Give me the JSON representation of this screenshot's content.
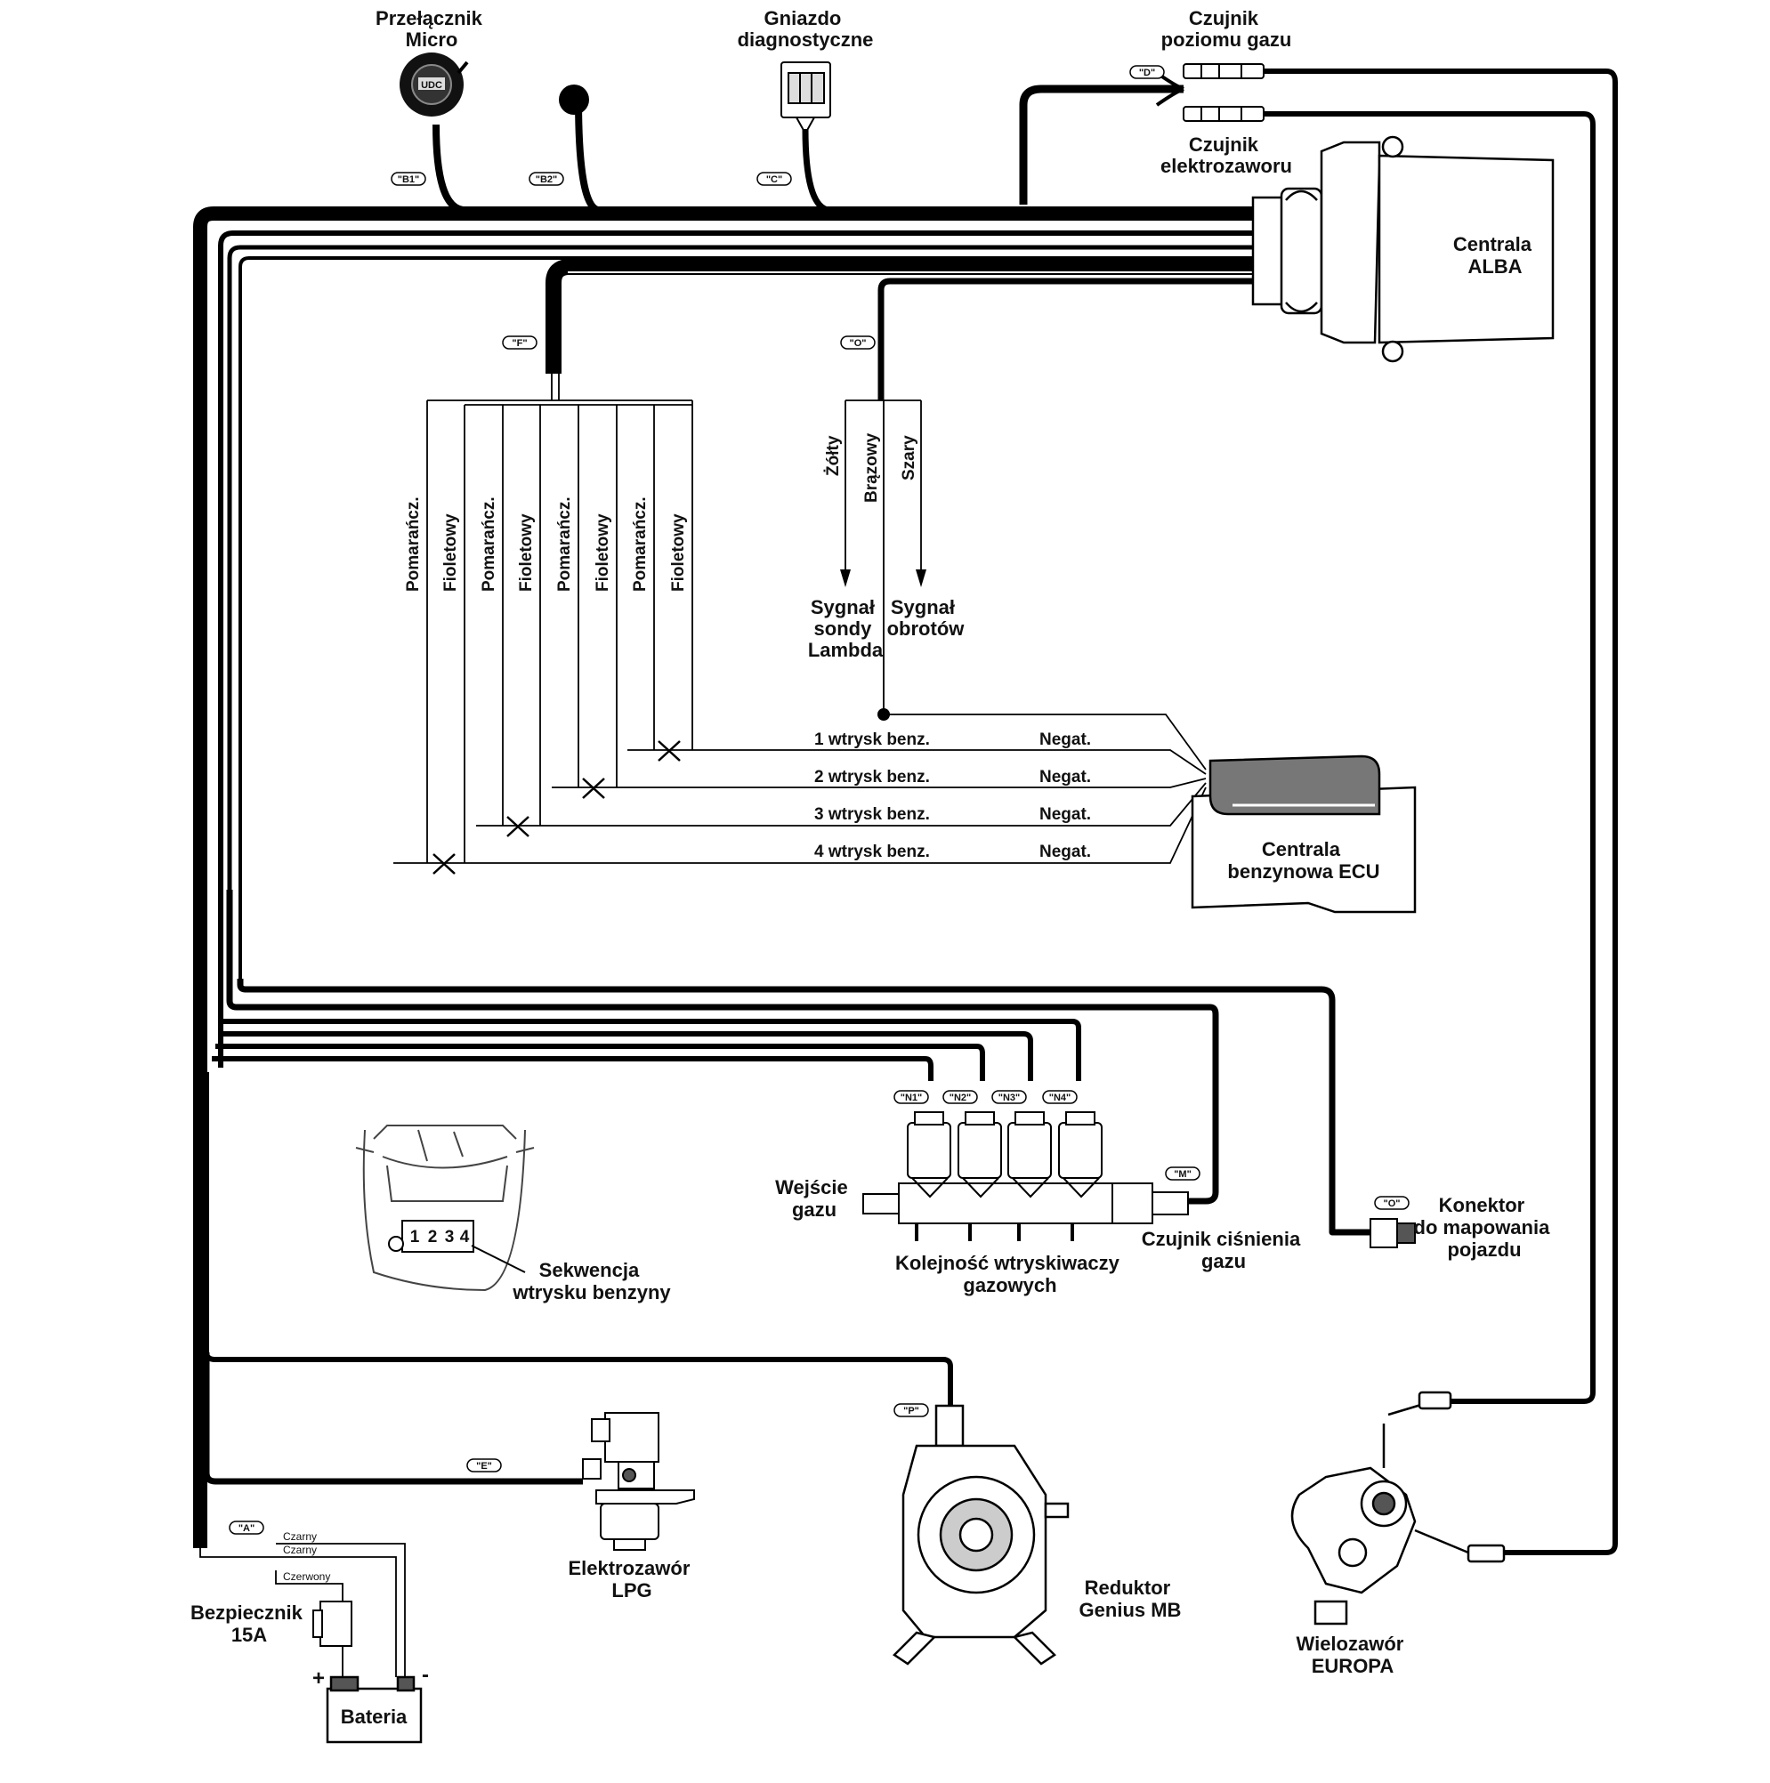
{
  "labels": {
    "micro_switch": [
      "Przełącznik",
      "Micro"
    ],
    "diag_socket": [
      "Gniazdo",
      "diagnostyczne"
    ],
    "level_sensor": [
      "Czujnik",
      "poziomu gazu"
    ],
    "valve_sensor": [
      "Czujnik",
      "elektrozaworu"
    ],
    "ecu_alba": [
      "Centrala",
      "ALBA"
    ],
    "lambda_signal": [
      "Sygnał",
      "sondy",
      "Lambda"
    ],
    "rpm_signal": [
      "Sygnał",
      "obrotów"
    ],
    "petrol_ecu": [
      "Centrala",
      "benzynowa ECU"
    ],
    "gas_input": [
      "Wejście",
      "gazu"
    ],
    "injector_order": [
      "Kolejność wtryskiwaczy",
      "gazowych"
    ],
    "pressure_sensor": [
      "Czujnik ciśnienia",
      "gazu"
    ],
    "mapping_connector": [
      "Konektor",
      "do mapowania",
      "pojazdu"
    ],
    "petrol_sequence": [
      "Sekwencja",
      "wtrysku benzyny"
    ],
    "lpg_valve": [
      "Elektrozawór",
      "LPG"
    ],
    "reducer": [
      "Reduktor",
      "Genius MB"
    ],
    "multivalve": [
      "Wielozawór",
      "EUROPA"
    ],
    "fuse": [
      "Bezpiecznik",
      "15A"
    ],
    "battery": "Bateria",
    "plus": "+",
    "minus": "-"
  },
  "tags": {
    "b1": "\"B1\"",
    "b2": "\"B2\"",
    "c": "\"C\"",
    "d": "\"D\"",
    "f": "\"F\"",
    "o1": "\"O\"",
    "n1": "\"N1\"",
    "n2": "\"N2\"",
    "n3": "\"N3\"",
    "n4": "\"N4\"",
    "m": "\"M\"",
    "o2": "\"O\"",
    "p": "\"P\"",
    "e": "\"E\"",
    "a": "\"A\""
  },
  "wire_colors": {
    "orange": "Pomarańcz.",
    "violet": "Fioletowy",
    "yellow": "Żółty",
    "brown": "Brązowy",
    "grey": "Szary",
    "black": "Czarny",
    "red": "Czerwony"
  },
  "injector_lines": [
    {
      "label": "1 wtrysk benz.",
      "neg": "Negat."
    },
    {
      "label": "2 wtrysk benz.",
      "neg": "Negat."
    },
    {
      "label": "3 wtrysk benz.",
      "neg": "Negat."
    },
    {
      "label": "4 wtrysk benz.",
      "neg": "Negat."
    }
  ],
  "car_numbers": [
    "1",
    "2",
    "3",
    "4"
  ],
  "micro_badge": "UDC"
}
